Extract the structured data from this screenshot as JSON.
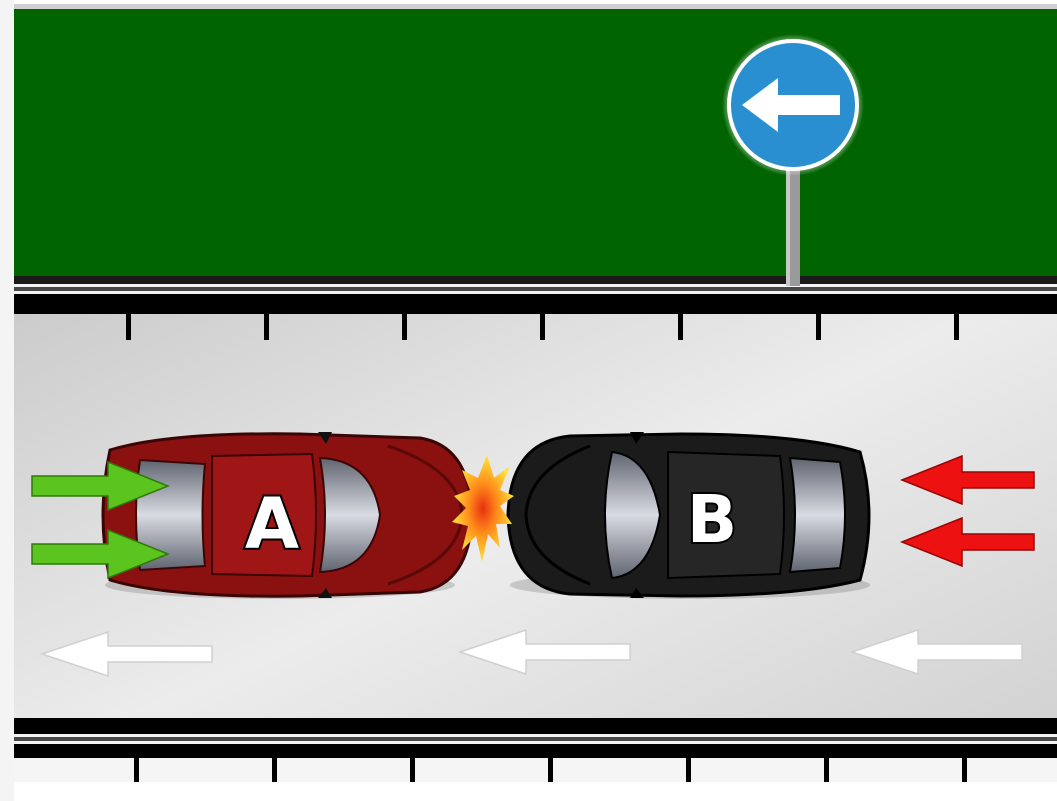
{
  "scene": {
    "sign": {
      "icon": "arrow-left-icon"
    },
    "cars": [
      {
        "id": "car-a",
        "label": "A",
        "color": "#8b1010"
      },
      {
        "id": "car-b",
        "label": "B",
        "color": "#1b1b1b"
      }
    ],
    "arrows": {
      "motion_a": {
        "icon": "arrow-right-icon",
        "color": "#5cc41e"
      },
      "motion_b": {
        "icon": "arrow-left-icon",
        "color": "#ee1111"
      },
      "lane": {
        "icon": "arrow-left-icon",
        "color": "#ffffff"
      }
    },
    "collision": {
      "icon": "impact-burst-icon"
    },
    "colors": {
      "grass": "#006400",
      "road": "#d8d8d8",
      "curb": "#000000",
      "sign": "#2a8fd0"
    }
  }
}
